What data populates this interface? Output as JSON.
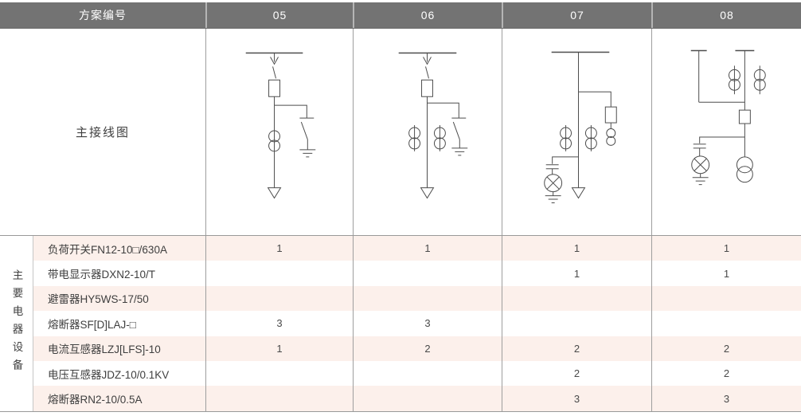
{
  "table": {
    "header": {
      "label": "方案编号",
      "schemes": [
        "05",
        "06",
        "07",
        "08"
      ]
    },
    "diagram_row": {
      "label": "主接线图",
      "diagram_ids": [
        "scheme-05",
        "scheme-06",
        "scheme-07",
        "scheme-08"
      ]
    },
    "equipment": {
      "side_label": "主要电器设备",
      "rows": [
        {
          "name": "负荷开关FN12-10□/630A",
          "values": [
            "1",
            "1",
            "1",
            "1"
          ]
        },
        {
          "name": "带电显示器DXN2-10/T",
          "values": [
            "",
            "",
            "1",
            "1"
          ]
        },
        {
          "name": "避雷器HY5WS-17/50",
          "values": [
            "",
            "",
            "",
            ""
          ]
        },
        {
          "name": "熔断器SF[D]LAJ-□",
          "values": [
            "3",
            "3",
            "",
            ""
          ]
        },
        {
          "name": "电流互感器LZJ[LFS]-10",
          "values": [
            "1",
            "2",
            "2",
            "2"
          ]
        },
        {
          "name": "电压互感器JDZ-10/0.1KV",
          "values": [
            "",
            "",
            "2",
            "2"
          ]
        },
        {
          "name": "熔断器RN2-10/0.5A",
          "values": [
            "",
            "",
            "3",
            "3"
          ]
        }
      ]
    }
  },
  "colors": {
    "header_bg": "#737373",
    "header_text": "#ffffff",
    "row_stripe": "#fcf0eb",
    "grid_line": "#9e9e9e",
    "diagram_stroke": "#4d4d4d"
  }
}
